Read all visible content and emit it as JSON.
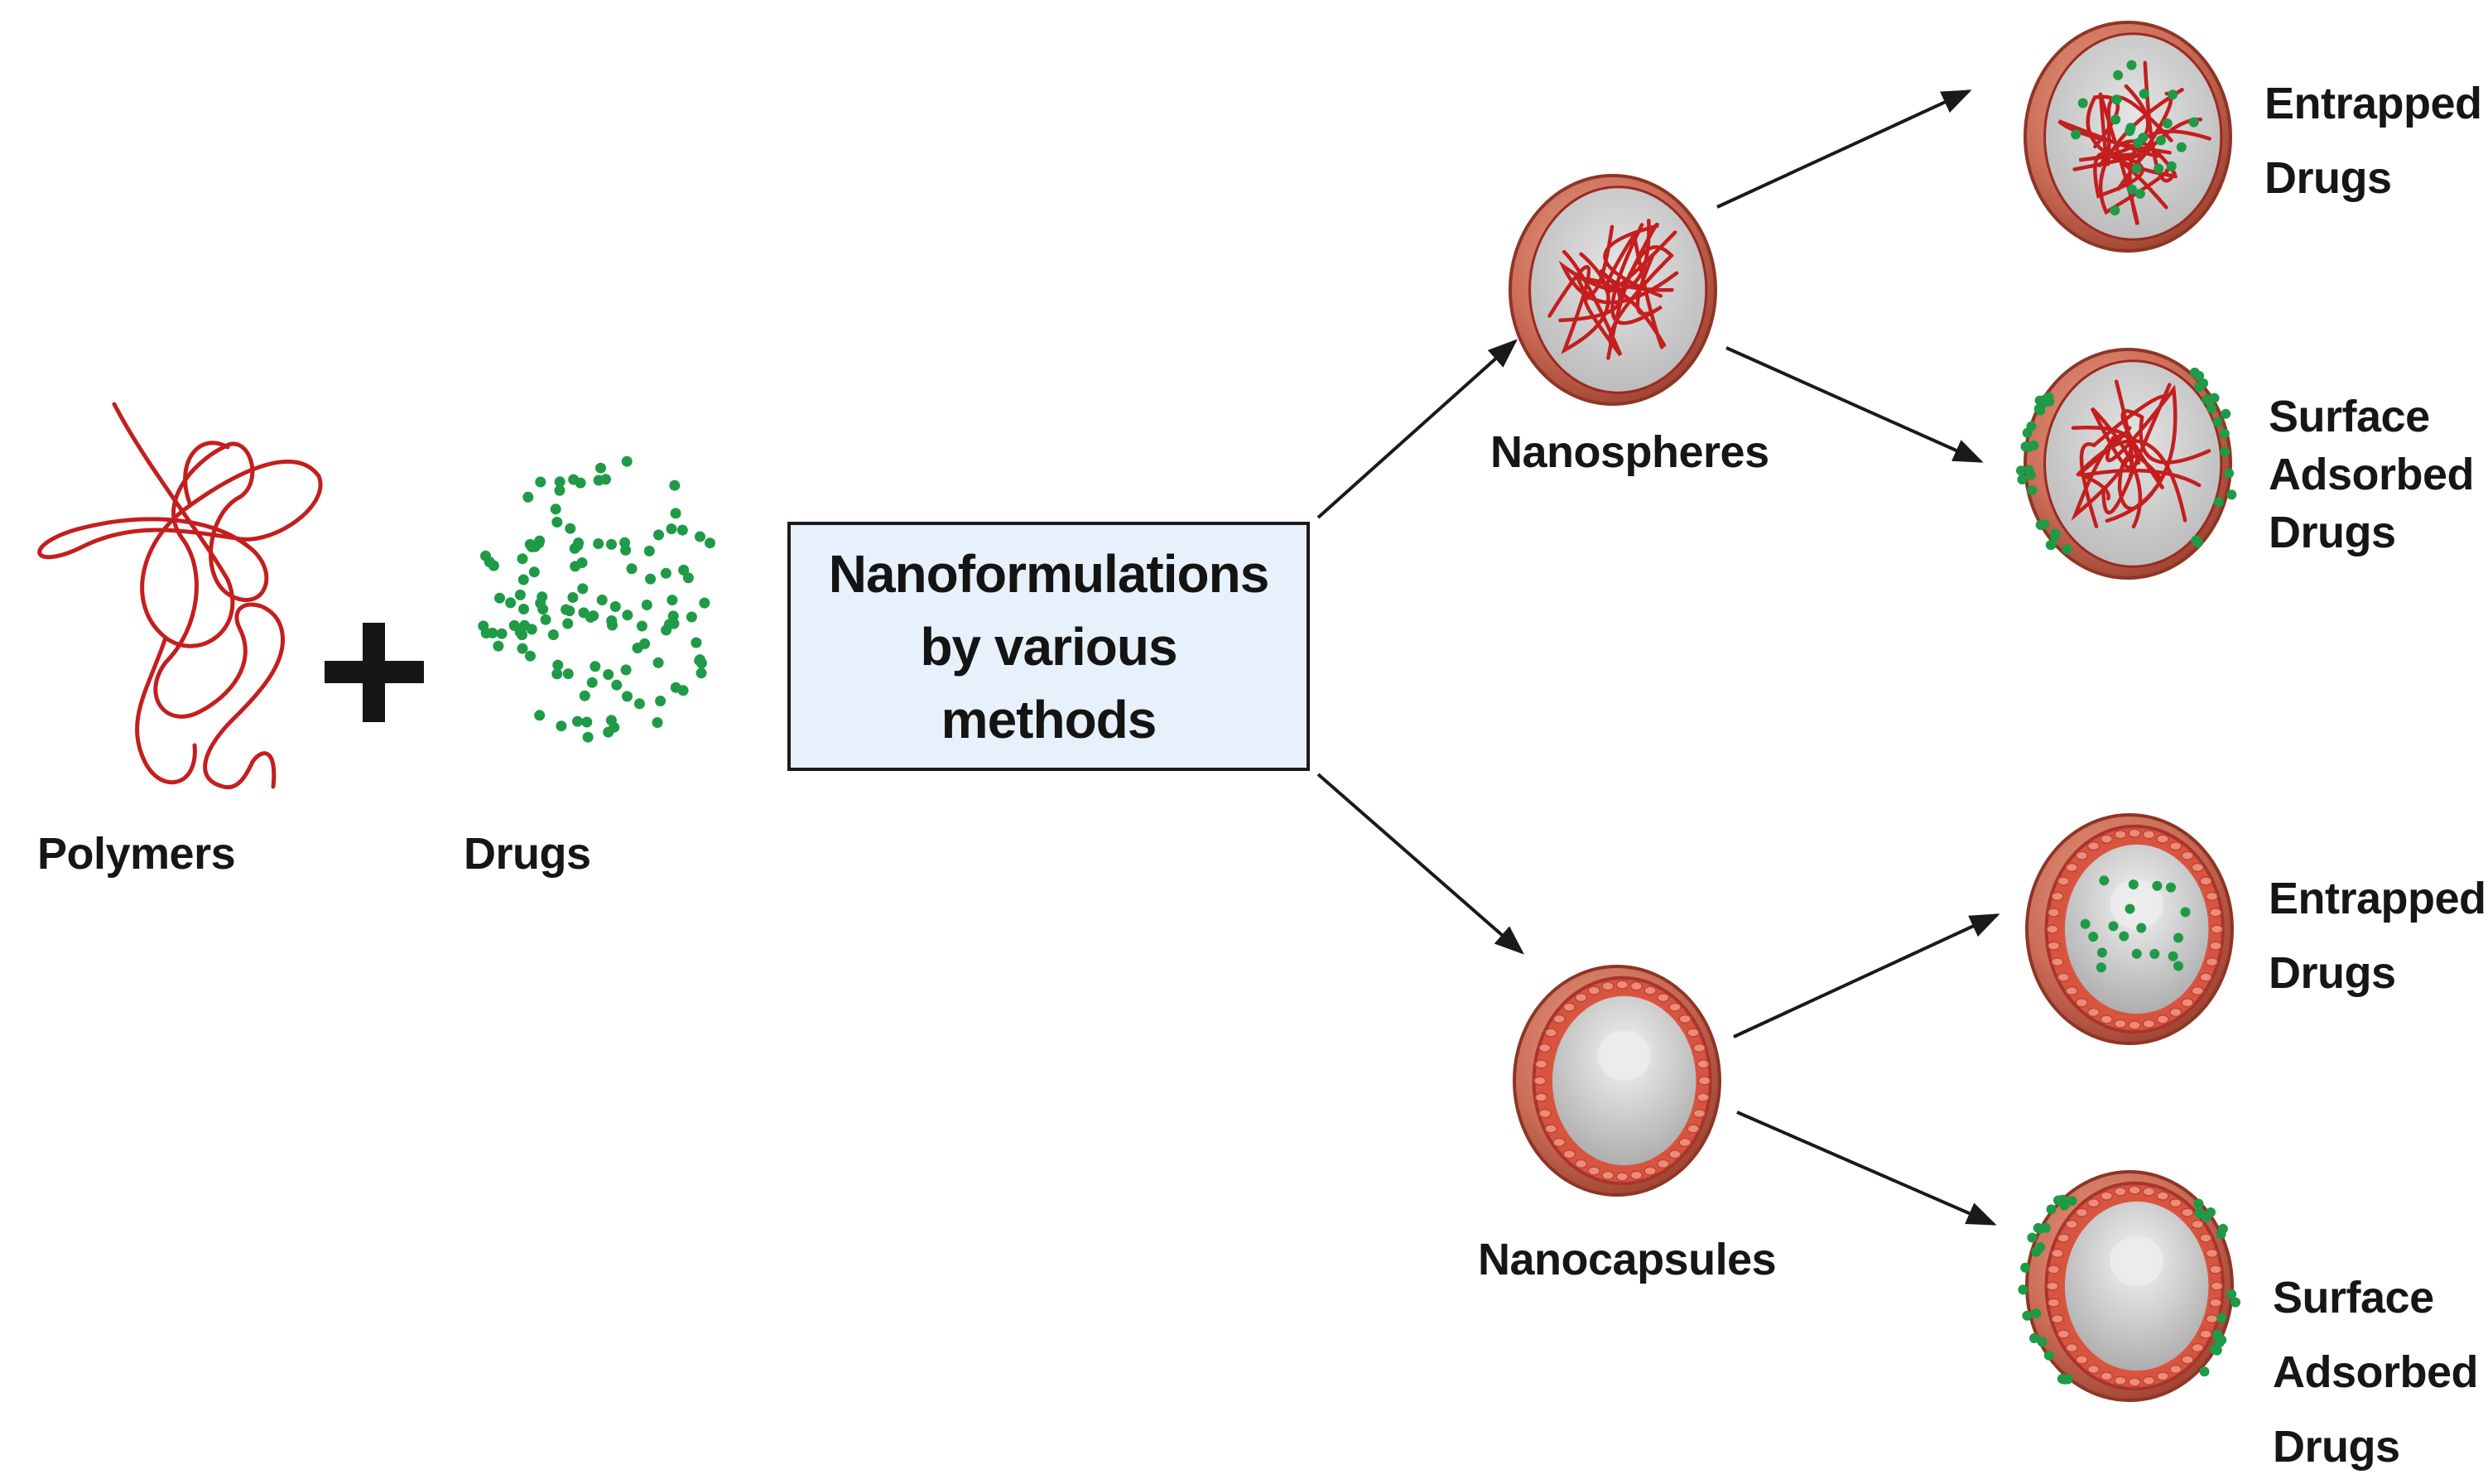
{
  "inputs": {
    "polymers_label": "Polymers",
    "drugs_label": "Drugs"
  },
  "process_box": {
    "lines": [
      "Nanoformulations",
      "by various",
      "methods"
    ]
  },
  "branches": {
    "nanospheres": {
      "label": "Nanospheres",
      "entrapped_lines": [
        "Entrapped",
        "Drugs"
      ],
      "surface_lines": [
        "Surface",
        "Adsorbed",
        "Drugs"
      ]
    },
    "nanocapsules": {
      "label": "Nanocapsules",
      "entrapped_lines": [
        "Entrapped",
        "Drugs"
      ],
      "surface_lines": [
        "Surface",
        "Adsorbed",
        "Drugs"
      ]
    }
  },
  "colors": {
    "polymer": "#c41e1e",
    "drug": "#1f9a47",
    "shell": "#c76a55",
    "rim": "#8e3525",
    "core": "#c9c9c9",
    "box_fill": "#e7f1fb",
    "arrow": "#1a1a1a"
  }
}
